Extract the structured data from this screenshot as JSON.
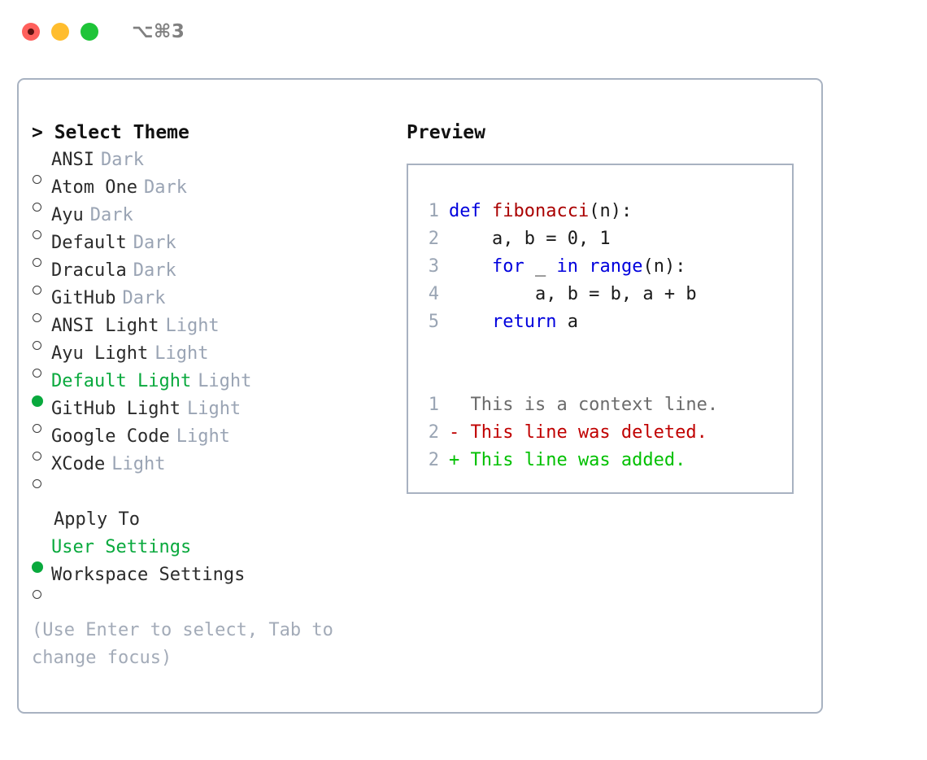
{
  "window": {
    "title": "⌥⌘3",
    "traffic_lights": [
      "close-button",
      "minimize-button",
      "maximize-button"
    ]
  },
  "theme_picker": {
    "header": "> Select Theme",
    "items": [
      {
        "name": "ANSI",
        "tag": "Dark",
        "selected": false,
        "bullet": "○"
      },
      {
        "name": "Atom One",
        "tag": "Dark",
        "selected": false,
        "bullet": "○"
      },
      {
        "name": "Ayu",
        "tag": "Dark",
        "selected": false,
        "bullet": "○"
      },
      {
        "name": "Default",
        "tag": "Dark",
        "selected": false,
        "bullet": "○"
      },
      {
        "name": "Dracula",
        "tag": "Dark",
        "selected": false,
        "bullet": "○"
      },
      {
        "name": "GitHub",
        "tag": "Dark",
        "selected": false,
        "bullet": "○"
      },
      {
        "name": "ANSI Light",
        "tag": "Light",
        "selected": false,
        "bullet": "○"
      },
      {
        "name": "Ayu Light",
        "tag": "Light",
        "selected": false,
        "bullet": "○"
      },
      {
        "name": "Default Light",
        "tag": "Light",
        "selected": true,
        "bullet": "●"
      },
      {
        "name": "GitHub Light",
        "tag": "Light",
        "selected": false,
        "bullet": "○"
      },
      {
        "name": "Google Code",
        "tag": "Light",
        "selected": false,
        "bullet": "○"
      },
      {
        "name": "XCode",
        "tag": "Light",
        "selected": false,
        "bullet": "○"
      }
    ]
  },
  "apply_to": {
    "label": "Apply To",
    "items": [
      {
        "name": "User Settings",
        "selected": true,
        "bullet": "●"
      },
      {
        "name": "Workspace Settings",
        "selected": false,
        "bullet": "○"
      }
    ]
  },
  "hint": "(Use Enter to select, Tab to change focus)",
  "preview": {
    "title": "Preview",
    "code_lines": [
      {
        "num": "1",
        "segments": [
          {
            "t": "def ",
            "c": "kw"
          },
          {
            "t": "fibonacci",
            "c": "fn"
          },
          {
            "t": "(n):",
            "c": ""
          }
        ]
      },
      {
        "num": "2",
        "segments": [
          {
            "t": "    a, b = 0, 1",
            "c": ""
          }
        ]
      },
      {
        "num": "3",
        "segments": [
          {
            "t": "    ",
            "c": ""
          },
          {
            "t": "for",
            "c": "kw"
          },
          {
            "t": " _ ",
            "c": ""
          },
          {
            "t": "in range",
            "c": "kw"
          },
          {
            "t": "(n):",
            "c": ""
          }
        ]
      },
      {
        "num": "4",
        "segments": [
          {
            "t": "        a, b = b, a + b",
            "c": ""
          }
        ]
      },
      {
        "num": "5",
        "segments": [
          {
            "t": "    ",
            "c": ""
          },
          {
            "t": "return",
            "c": "kw"
          },
          {
            "t": " a",
            "c": ""
          }
        ]
      }
    ],
    "diff_lines": [
      {
        "num": "1",
        "kind": "ctx",
        "text": "  This is a context line."
      },
      {
        "num": "2",
        "kind": "del",
        "text": "- This line was deleted."
      },
      {
        "num": "2",
        "kind": "add",
        "text": "+ This line was added."
      }
    ]
  },
  "colors": {
    "accent_green": "#09a93d",
    "keyword_blue": "#0000dd",
    "function_red": "#aa0000",
    "diff_delete": "#c00000",
    "diff_add": "#00c000",
    "muted_gray": "#9aa4b4",
    "border": "#a8b2c1",
    "traffic_red": "#ff605c",
    "traffic_yellow": "#ffbd2e",
    "traffic_green": "#1ec438"
  }
}
